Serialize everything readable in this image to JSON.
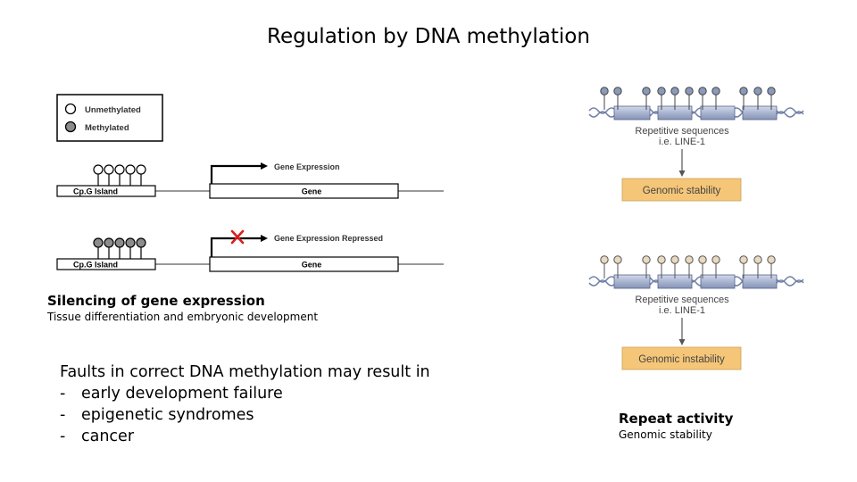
{
  "title": "Regulation by DNA methylation",
  "legend": {
    "unmethylated": "Unmethylated",
    "methylated": "Methylated"
  },
  "left_diagram": {
    "top_row": {
      "island_label": "Cp.G Island",
      "gene_label": "Gene",
      "arrow_label": "Gene Expression"
    },
    "bottom_row": {
      "island_label": "Cp.G Island",
      "gene_label": "Gene",
      "arrow_label": "Gene Expression Repressed"
    }
  },
  "left_caption": {
    "title": "Silencing of gene expression",
    "subtitle": "Tissue differentiation and embryonic development"
  },
  "faults": {
    "intro": "Faults in correct DNA methylation may result in",
    "items": [
      "early development failure",
      "epigenetic syndromes",
      "cancer"
    ]
  },
  "right_diagram": {
    "top_panel": {
      "seq_label_line1": "Repetitive sequences",
      "seq_label_line2": "i.e. LINE-1",
      "outcome": "Genomic stability"
    },
    "bottom_panel": {
      "seq_label_line1": "Repetitive sequences",
      "seq_label_line2": "i.e. LINE-1",
      "outcome": "Genomic instability"
    }
  },
  "right_caption": {
    "title": "Repeat activity",
    "subtitle": "Genomic stability"
  },
  "colors": {
    "methylated_fill": "#8c8c8c",
    "unmethylated_fill": "#ffffff",
    "rep_methyl_fill": "#8a9ab8",
    "rep_unmethyl_fill": "#ead8c0",
    "box_fill": "#b6bfd8",
    "outcome_fill": "#f5c678",
    "repress_mark": "#d81e1e"
  }
}
